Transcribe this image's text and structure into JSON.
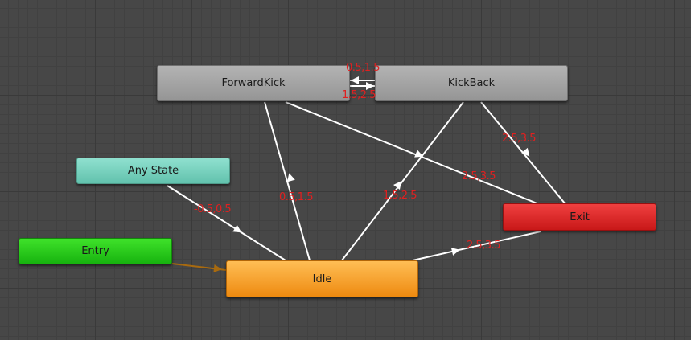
{
  "colors": {
    "canvas_bg": "#474747",
    "transition_line": "#ffffff",
    "entry_transition_line": "#a86a0f",
    "transition_label": "#e02020"
  },
  "states": {
    "forward_kick": {
      "name": "ForwardKick",
      "color": "#a5a5a5"
    },
    "kick_back": {
      "name": "KickBack",
      "color": "#a5a5a5"
    },
    "any_state": {
      "name": "Any State",
      "color": "#7dd6c3"
    },
    "entry": {
      "name": "Entry",
      "color": "#22c81a"
    },
    "exit": {
      "name": "Exit",
      "color": "#dd2a2a"
    },
    "idle": {
      "name": "Idle",
      "color": "#f8a12e"
    }
  },
  "transitions": {
    "kickback_to_forward": "0.5,1.5",
    "forward_to_kickback": "1.5,2.5",
    "anystate_to_idle": "-0.5,0.5",
    "idle_to_forward": "0.5,1.5",
    "idle_to_kickback": "1.5,2.5",
    "forward_to_exit": "2.5,3.5",
    "kickback_to_exit": "2.5,3.5",
    "idle_to_exit": "2.5,3.5"
  }
}
